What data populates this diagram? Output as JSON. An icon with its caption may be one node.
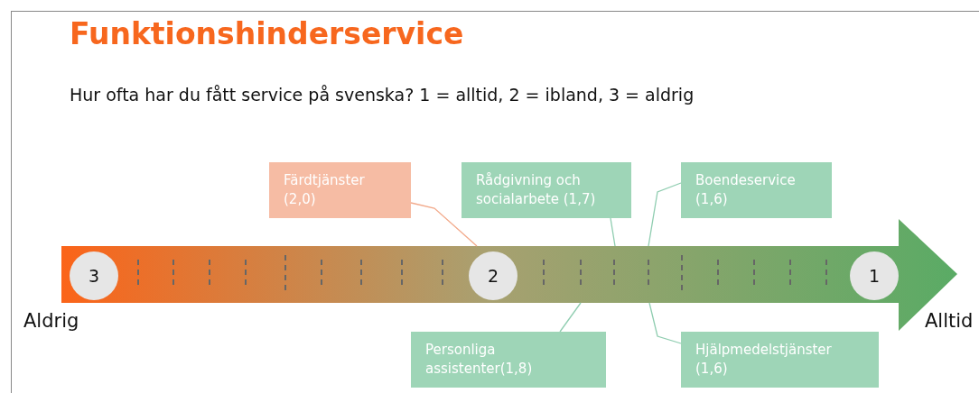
{
  "diagram": {
    "title": "Funktionshinderservice",
    "caption": "Hur ofta har du fått service på svenska? 1 = alltid, 2 = ibland, 3 = aldrig",
    "nodes": [
      {
        "text": [],
        "shape": "arrow"
      },
      {
        "text": [
          "3"
        ],
        "in": 0
      },
      {
        "text": [
          "2"
        ],
        "in": 0
      },
      {
        "text": [
          "1"
        ],
        "in": 0
      },
      {
        "text": [
          "Färdtjänster (2,0)"
        ]
      },
      {
        "text": [
          "Rådgivning och socialarbete (1,7)"
        ]
      },
      {
        "text": [
          "Boendeservice (1,6)"
        ]
      },
      {
        "text": [
          "Personliga assistenter(1,8)"
        ]
      },
      {
        "text": [
          "Hjälpmedelstjänster (1,6)"
        ]
      }
    ],
    "edges": [
      {
        "from": 4,
        "to": 0,
        "arrow": "none",
        "color": "#f2a98a"
      },
      {
        "from": 5,
        "to": 0,
        "arrow": "none"
      },
      {
        "from": 6,
        "to": 0,
        "arrow": "none"
      },
      {
        "from": 7,
        "to": 0,
        "arrow": "none"
      },
      {
        "from": 8,
        "to": 0,
        "arrow": "none"
      }
    ],
    "labels": [
      "Aldrig",
      "Alltid"
    ]
  }
}
